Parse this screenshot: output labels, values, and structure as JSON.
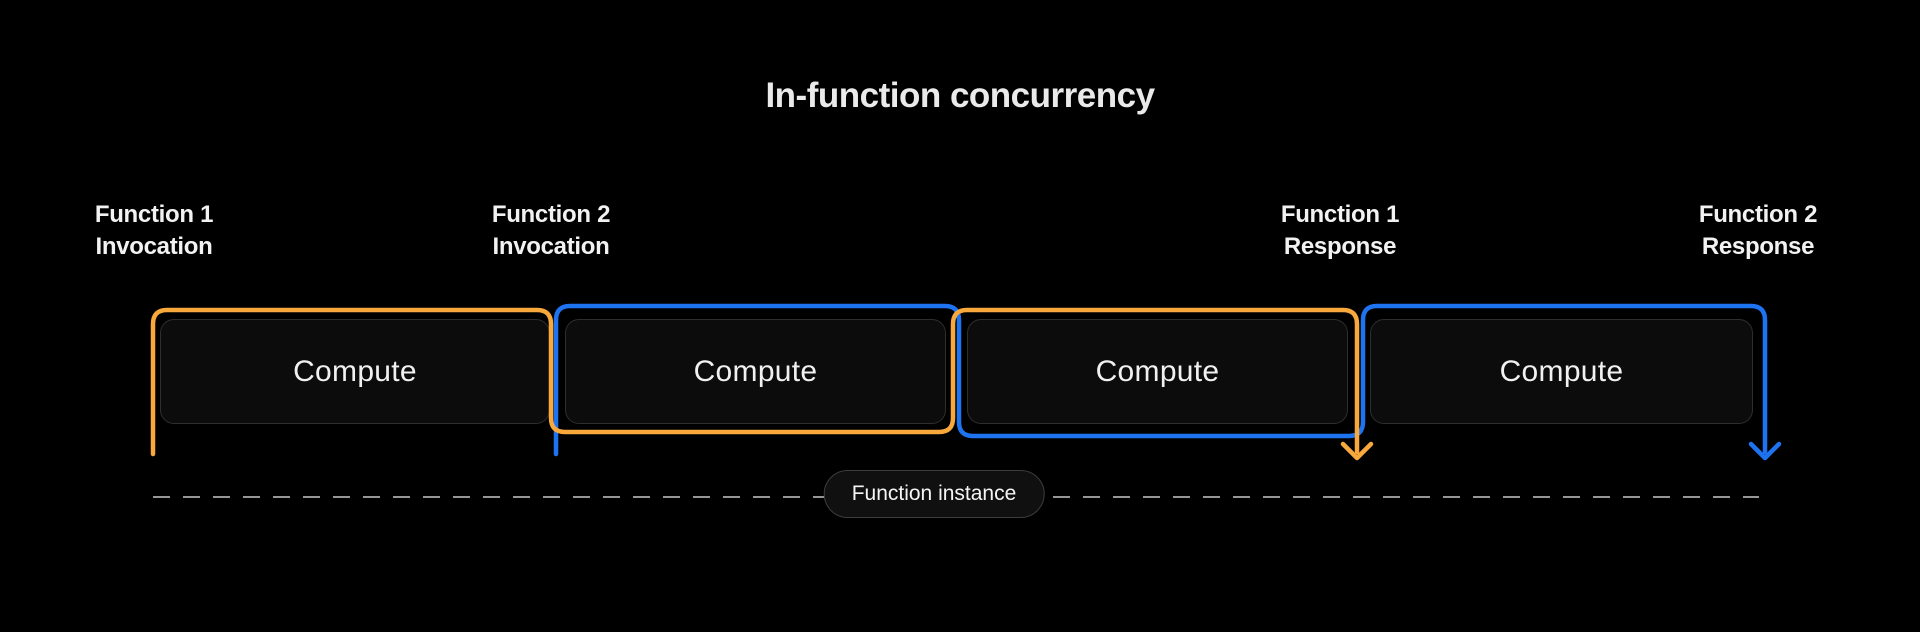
{
  "title": "In-function concurrency",
  "colors": {
    "function1": "#F9A83C",
    "function2": "#1E74F0",
    "dashed_line": "#969696"
  },
  "timeline_labels": [
    {
      "line1": "Function 1",
      "line2": "Invocation"
    },
    {
      "line1": "Function 2",
      "line2": "Invocation"
    },
    {
      "line1": "Function 1",
      "line2": "Response"
    },
    {
      "line1": "Function 2",
      "line2": "Response"
    }
  ],
  "compute_blocks": [
    {
      "label": "Compute"
    },
    {
      "label": "Compute"
    },
    {
      "label": "Compute"
    },
    {
      "label": "Compute"
    }
  ],
  "instance_pill": {
    "label": "Function instance"
  }
}
